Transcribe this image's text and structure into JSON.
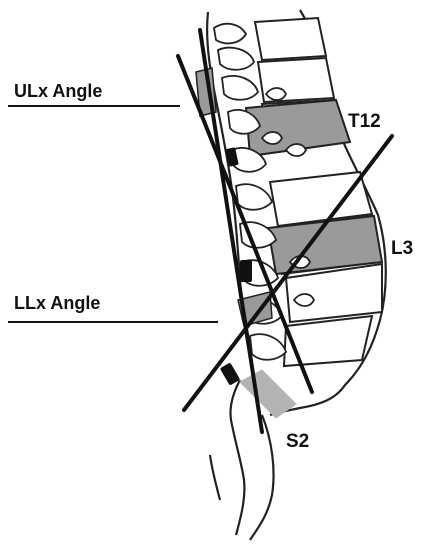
{
  "labels": {
    "ulx_angle": "ULx Angle",
    "llx_angle": "LLx Angle",
    "t12": "T12",
    "l3": "L3",
    "s2": "S2"
  },
  "colors": {
    "line": "#111111",
    "bone_outline": "#222222",
    "shaded_vertebra": "#9a9a9a",
    "s2_band": "#b3b3b3",
    "background": "#ffffff"
  }
}
